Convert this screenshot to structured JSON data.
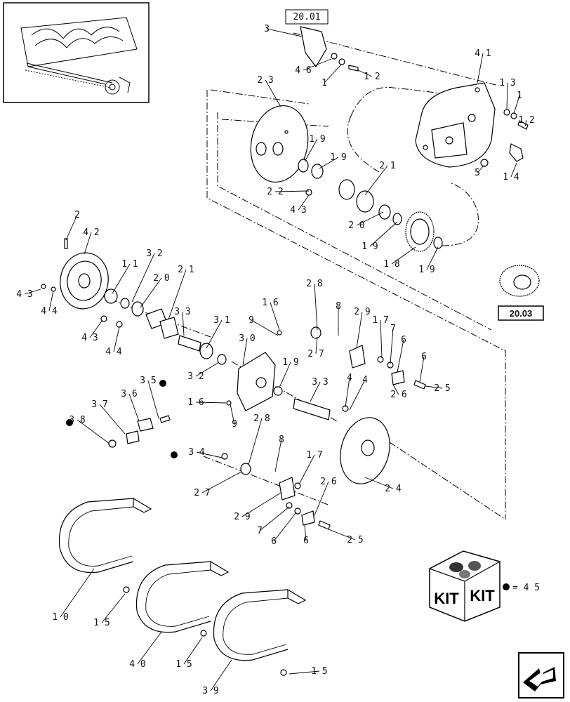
{
  "reference_boxes": {
    "top": "20.01",
    "right": "20.03"
  },
  "kit": {
    "label_left": "KIT",
    "label_right": "KIT",
    "legend": "= 4 5"
  },
  "callouts": [
    "3",
    "4 6",
    "1",
    "1 2",
    "2 3",
    "4 1",
    "1 3",
    "1",
    "1 2",
    "1 9",
    "1 9",
    "2 1",
    "2 2",
    "4 3",
    "5",
    "1 4",
    "2 0",
    "1 9",
    "1 8",
    "1 9",
    "2",
    "4 2",
    "3 2",
    "1 1",
    "2 0",
    "2 1",
    "4 3",
    "4 4",
    "4 3",
    "4 4",
    "3 3",
    "3 1",
    "1 6",
    "2 8",
    "8",
    "2 9",
    "1 7",
    "7",
    "6",
    "6",
    "9",
    "2 7",
    "3 0",
    "1 9",
    "3 2",
    "3 5",
    "3 6",
    "3 7",
    "3 8",
    "1 6",
    "9",
    "3 3",
    "4",
    "4",
    "2 6",
    "2 5",
    "2 8",
    "3 4",
    "8",
    "2 7",
    "1 7",
    "2 6",
    "2 4",
    "2 9",
    "7",
    "6",
    "6",
    "2 5",
    "1 0",
    "1 5",
    "4 0",
    "1 5",
    "3 9",
    "1 5"
  ]
}
